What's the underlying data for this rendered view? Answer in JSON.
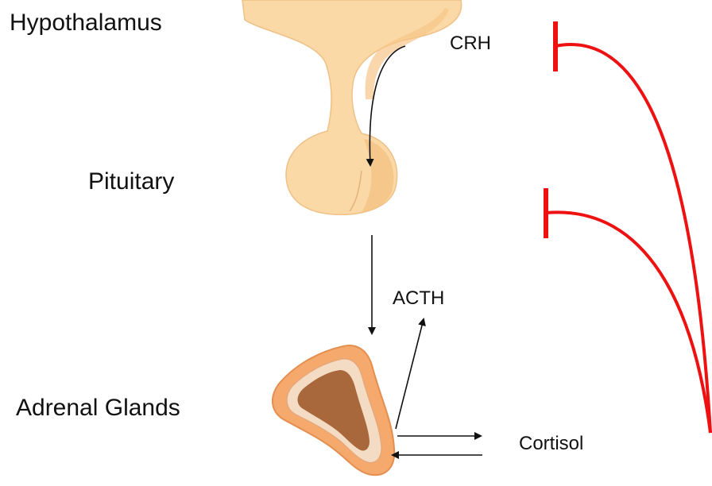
{
  "labels": {
    "hypothalamus": "Hypothalamus",
    "pituitary": "Pituitary",
    "adrenal": "Adrenal  Glands",
    "crh": "CRH",
    "acth": "ACTH",
    "cortisol": "Cortisol"
  },
  "colors": {
    "inhibition": "#ee1111",
    "gland_light": "#fbd9a6",
    "gland_mid": "#f2b777",
    "adrenal_outer": "#e9a26b",
    "adrenal_inner": "#a8683c",
    "arrow": "#111111"
  }
}
